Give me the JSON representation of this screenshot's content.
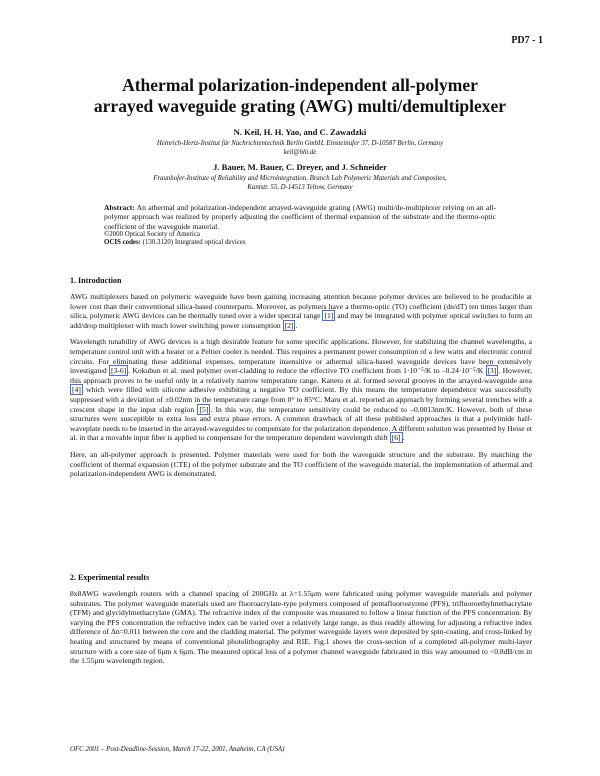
{
  "header": {
    "page_label": "PD7 - 1"
  },
  "title": {
    "line1": "Athermal polarization-independent all-polymer",
    "line2": "arrayed waveguide grating (AWG) multi/demultiplexer"
  },
  "authors1": {
    "names": "N. Keil, H. H. Yao, and C. Zawadzki",
    "affil_line1": "Heinrich-Hertz-Institut für Nachrichtentechnik Berlin GmbH, Einsteinufer 37, D-10587 Berlin, Germany",
    "affil_line2": "keil@hhi.de"
  },
  "authors2": {
    "names": "J. Bauer, M. Bauer, C. Dreyer, and J. Schneider",
    "affil_line1": "Fraunhofer-Institute of Reliability and Microintegration, Branch Lab Polymeric Materials and Composites,",
    "affil_line2": "Kantstr. 55, D-14513 Teltow, Germany"
  },
  "abstract": {
    "label": "Abstract:",
    "text": " An athermal and polarization-independent arrayed-waveguide grating (AWG) multi/de-multiplexer relying on an all-polymer approach was realized by properly adjusting the coefficient of thermal expansion of the substrate and the thermo-optic coefficient of the waveguide material.",
    "copyright": "©2000 Optical Society of America",
    "ocis_label": "OCIS codes:",
    "ocis_text": " (130.3120) Integrated optical devices"
  },
  "section1": {
    "heading": "1. Introduction",
    "p1": "AWG multiplexers based on polymeric waveguide have been gaining increasing attention because polymer devices are believed to be producible at lower cost than their conventional silica-based counterparts. Moreover, as polymers have a thermo-optic (TO) coefficient (dn/dT) ten times larger than silica, polymeric AWG devices can be thermally tuned over a wider spectral range [1] and may be integrated with polymer optical switches to form an add/drop multiplexer with much lower switching power consumption [2].",
    "p2": "Wavelength tunability of AWG devices is a high desirable feature for some specific applications. However, for stabilizing the channel wavelengths, a temperature control unit with a heater or a Peltier cooler is needed. This requires a permanent power consumption of a few watts and electronic control circuits. For eliminating these additional expenses, temperature insensitive or athermal silica-based waveguide devices have been extensively investigated [3-6]. Kokubun et al. used polymer over-cladding to reduce the effective TO coefficient from 1·10⁻⁵/K to –0.24·10⁻⁵/K [3]. However, this approach proves to be useful only in a relatively narrow temperature range. Kaneto et al. formed several grooves in the arrayed-waveguide area [4] which were filled with silicone adhesive exhibiting a negative TO coefficient. By this means the temperature dependence was successfully suppressed with a deviation of ±0.02nm in the temperature range from 0° to 85°C. Maru et al. reported an approach by forming several trenches with a crescent shape in the input slab region [5]. In this way, the temperature sensitivity could be reduced to –0.0013nm/K. However, both of these structures were susceptible to extra loss and extra phase errors. A common drawback of all these published approaches is that a polyimide half-waveplate needs to be inserted in the arrayed-waveguides to compensate for the polarization dependence. A different solution was presented by Heise et al. in that a movable input fiber is applied to compensate for the temperature dependent wavelength shift [6].",
    "p3": "Here, an all-polymer approach is presented. Polymer materials were used for both the waveguide structure and the substrate. By matching the coefficient of thermal expansion (CTE) of the polymer substrate and the TO coefficient of the waveguide material, the implementation of athermal and polarization-independent AWG is demonstrated."
  },
  "section2": {
    "heading": "2. Experimental results",
    "p1": "8x8AWG wavelength routers with a channel spacing of 200GHz at λ=1.55μm were fabricated using polymer waveguide materials and polymer substrates. The polymer waveguide materials used are fluoroacrylate-type polymers composed of pentafluorostyrene (PFS), trifluoroethylmethacrylate (TFM) and glycidylmethacrylate (GMA). The refractive index of the composite was measured to follow a linear function of the PFS concentration. By varying the PFS concentration the refractive index can be varied over a relatively large range, as thus readily allowing for adjusting a refractive index difference of Δn=0.011 between the core and the cladding material. The polymer waveguide layers were deposited by spin-coating, and cross-linked by heating and structured by means of conventional photolithography and RIE. Fig.1 shows the cross-section of a completed all-polymer multi-layer structure with a core size of 6μm x 6μm. The measured optical loss of a polymer channel waveguide fabricated in this way amounted to <0.8dB/cm in the 1.55μm wavelength region."
  },
  "footer": {
    "text": "OFC 2001 – Post-Deadline-Session, March 17-22, 2001, Anaheim, CA (USA)"
  }
}
